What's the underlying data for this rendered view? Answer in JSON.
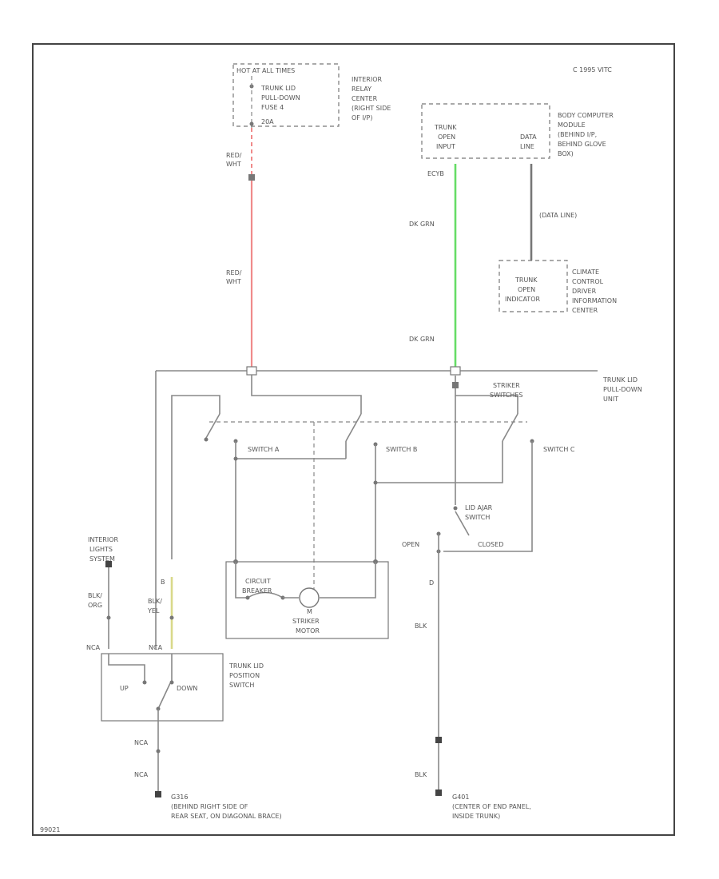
{
  "labels": {
    "hot_at_all_times": "HOT AT ALL TIMES",
    "fuse_line1": "TRUNK LID",
    "fuse_line2": "PULL-DOWN",
    "fuse_line3": "FUSE 4",
    "fuse_amp": "20A",
    "relay_center_1": "INTERIOR",
    "relay_center_2": "RELAY",
    "relay_center_3": "CENTER",
    "relay_center_4": "(RIGHT SIDE",
    "relay_center_5": "OF I/P)",
    "copyright": "C 1995 VITC",
    "wire_red_wht_1a": "RED/",
    "wire_red_wht_1b": "WHT",
    "wire_red_wht_2a": "RED/",
    "wire_red_wht_2b": "WHT",
    "bcm_trunk_open_1": "TRUNK",
    "bcm_trunk_open_2": "OPEN",
    "bcm_trunk_open_3": "INPUT",
    "bcm_data_1": "DATA",
    "bcm_data_2": "LINE",
    "bcm_1": "BODY COMPUTER",
    "bcm_2": "MODULE",
    "bcm_3": "(BEHIND I/P,",
    "bcm_4": "BEHIND GLOVE",
    "bcm_5": "BOX)",
    "pin_ecyb": "ECYB",
    "wire_dk_grn_1": "DK GRN",
    "wire_dk_grn_2": "DK GRN",
    "data_line": "(DATA LINE)",
    "indicator_1": "TRUNK",
    "indicator_2": "OPEN",
    "indicator_3": "INDICATOR",
    "ccdic_1": "CLIMATE",
    "ccdic_2": "CONTROL",
    "ccdic_3": "DRIVER",
    "ccdic_4": "INFORMATION",
    "ccdic_5": "CENTER",
    "pulldown_unit_1": "TRUNK LID",
    "pulldown_unit_2": "PULL-DOWN",
    "pulldown_unit_3": "UNIT",
    "striker_switches_1": "STRIKER",
    "striker_switches_2": "SWITCHES",
    "switch_a": "SWITCH A",
    "switch_b": "SWITCH B",
    "switch_c": "SWITCH C",
    "ajar_switch_1": "LID AJAR",
    "ajar_switch_2": "SWITCH",
    "open": "OPEN",
    "closed": "CLOSED",
    "pin_d": "D",
    "pin_b": "B",
    "interior_lights_1": "INTERIOR",
    "interior_lights_2": "LIGHTS",
    "interior_lights_3": "SYSTEM",
    "circuit_breaker_1": "CIRCUIT",
    "circuit_breaker_2": "BREAKER",
    "motor_m": "M",
    "striker_motor_1": "STRIKER",
    "striker_motor_2": "MOTOR",
    "wire_blk_org_1": "BLK/",
    "wire_blk_org_2": "ORG",
    "wire_blk_yel_1": "BLK/",
    "wire_blk_yel_2": "YEL",
    "wire_blk_1": "BLK",
    "wire_blk_2": "BLK",
    "nca_1": "NCA",
    "nca_2": "NCA",
    "nca_3": "NCA",
    "nca_4": "NCA",
    "position_switch_1": "TRUNK LID",
    "position_switch_2": "POSITION",
    "position_switch_3": "SWITCH",
    "up": "UP",
    "down": "DOWN",
    "g_left_1": "G316",
    "g_left_2": "(BEHIND RIGHT SIDE OF",
    "g_left_3": "REAR SEAT, ON DIAGONAL BRACE)",
    "g_right_1": "G401",
    "g_right_2": "(CENTER OF END PANEL,",
    "g_right_3": "INSIDE TRUNK)",
    "figure_id": "99021"
  },
  "wire_colors": {
    "red_wht": "#f08a8a",
    "dk_grn": "#66dd66",
    "blk_yel": "#d9d98a",
    "frame": "#444444",
    "line": "#888888"
  }
}
